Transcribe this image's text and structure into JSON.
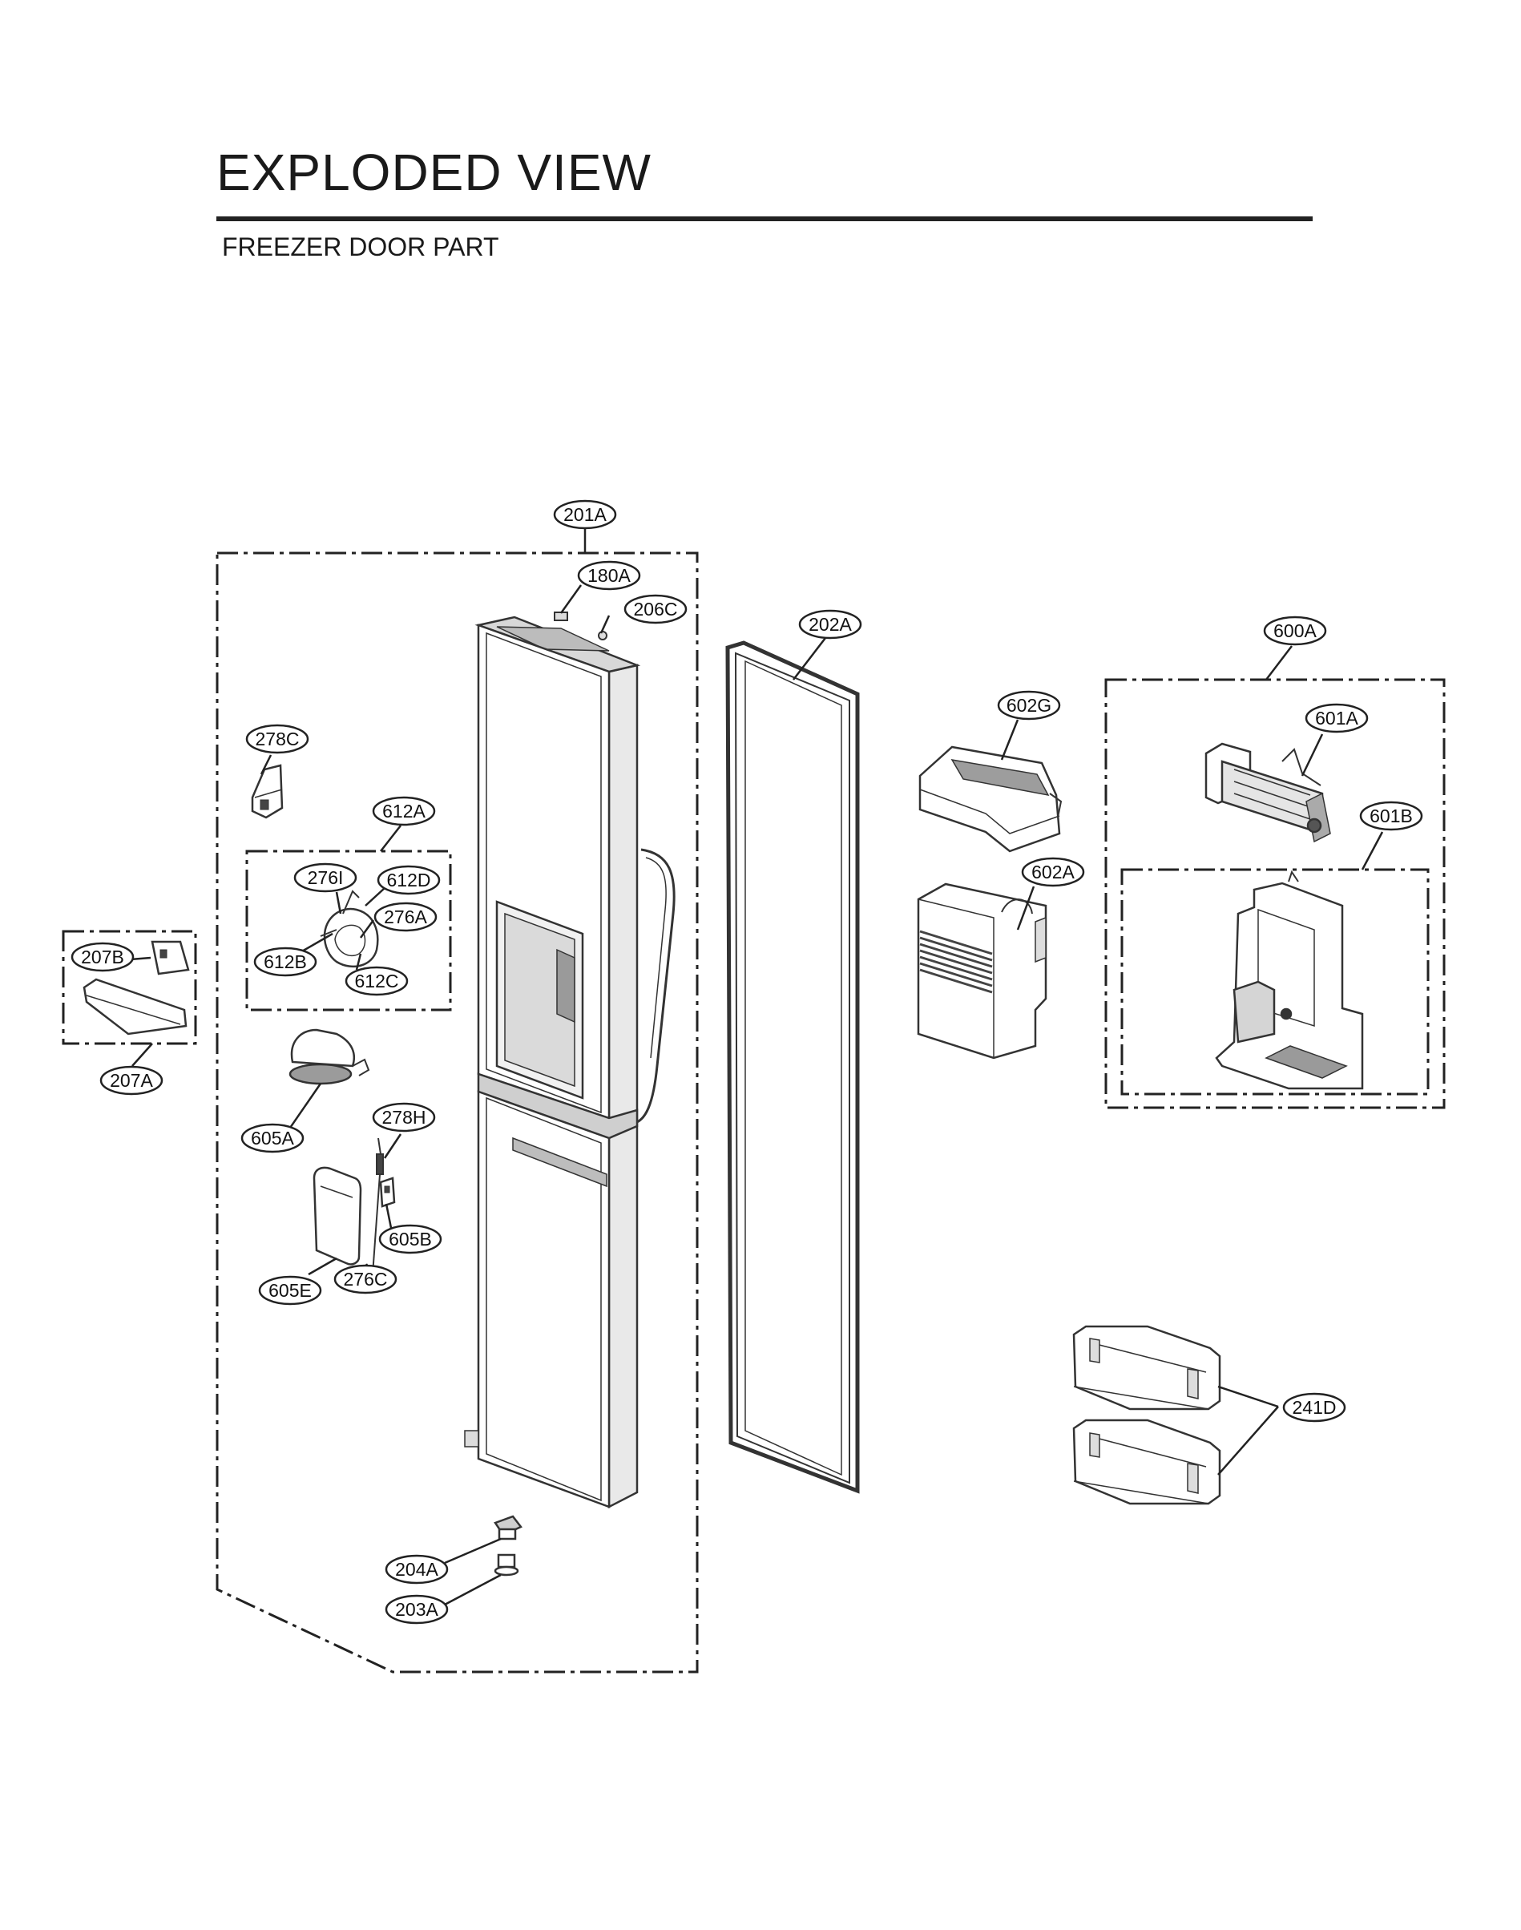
{
  "header": {
    "title": "EXPLODED VIEW",
    "subtitle": "FREEZER DOOR PART"
  },
  "labels": {
    "p201A": "201A",
    "p180A": "180A",
    "p206C": "206C",
    "p202A": "202A",
    "p600A": "600A",
    "p601A": "601A",
    "p601B": "601B",
    "p602G": "602G",
    "p602A": "602A",
    "p278C": "278C",
    "p612A": "612A",
    "p276I": "276I",
    "p612D": "612D",
    "p276A": "276A",
    "p612B": "612B",
    "p612C": "612C",
    "p207B": "207B",
    "p207A": "207A",
    "p605A": "605A",
    "p278H": "278H",
    "p605B": "605B",
    "p605E": "605E",
    "p276C": "276C",
    "p241D": "241D",
    "p204A": "204A",
    "p203A": "203A"
  }
}
